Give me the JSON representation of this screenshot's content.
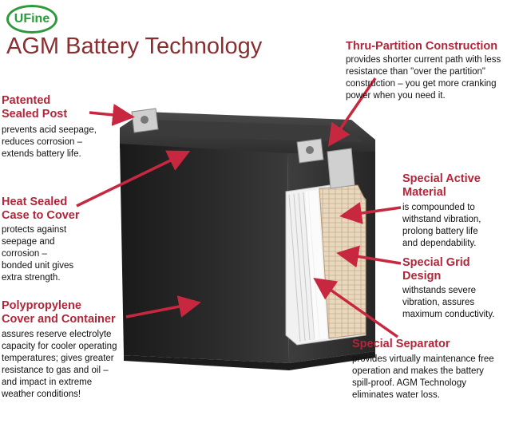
{
  "logo": {
    "text": "UFine",
    "color": "#2e9a3e"
  },
  "title": "AGM Battery Technology",
  "colors": {
    "heading": "#b2263a",
    "arrow": "#c8283f",
    "title": "#8a2f2f"
  },
  "callouts": {
    "thru_partition": {
      "heading": "Thru-Partition Construction",
      "body": [
        "provides shorter current path with less",
        "resistance than \"over the partition\"",
        "construction – you get more cranking",
        "power when you need it."
      ]
    },
    "sealed_post": {
      "heading": [
        "Patented",
        "Sealed Post"
      ],
      "body": [
        "prevents acid seepage,",
        "reduces corrosion –",
        "extends battery life."
      ]
    },
    "heat_sealed": {
      "heading": [
        "Heat Sealed",
        "Case to Cover"
      ],
      "body": [
        "protects against",
        "seepage and",
        "corrosion –",
        "bonded unit gives",
        "extra strength."
      ]
    },
    "polypropylene": {
      "heading": [
        "Polypropylene",
        "Cover and Container"
      ],
      "body": [
        "assures reserve electrolyte",
        "capacity for cooler operating",
        "temperatures; gives greater",
        "resistance to gas and oil –",
        "and impact in extreme",
        "weather conditions!"
      ]
    },
    "active_material": {
      "heading": [
        "Special Active",
        "Material"
      ],
      "body": [
        "is compounded to",
        "withstand vibration,",
        "prolong battery life",
        "and dependability."
      ]
    },
    "grid_design": {
      "heading": [
        "Special Grid",
        "Design"
      ],
      "body": [
        "withstands severe",
        "vibration, assures",
        "maximum conductivity."
      ]
    },
    "separator": {
      "heading": "Special Separator",
      "body": [
        "provides virtually maintenance free",
        "operation and makes the battery",
        "spill-proof.  AGM Technology",
        "eliminates water loss."
      ]
    }
  }
}
